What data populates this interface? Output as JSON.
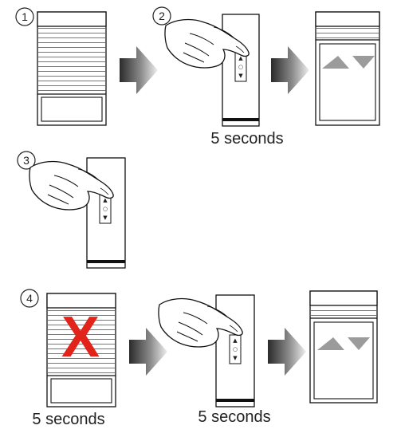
{
  "steps": [
    {
      "number": "1"
    },
    {
      "number": "2",
      "caption": "5 seconds"
    },
    {
      "number": "3"
    },
    {
      "number": "4",
      "captions": [
        "5 seconds",
        "5 seconds"
      ]
    }
  ],
  "glyphs": {
    "up": "▲",
    "stop": "○",
    "down": "▼",
    "cross": "X"
  },
  "colors": {
    "cross": "#e2231a",
    "arrow_dark": "#2b2b2b",
    "arrow_light": "#e6e6e6",
    "triangles": "#9b9b9b"
  }
}
